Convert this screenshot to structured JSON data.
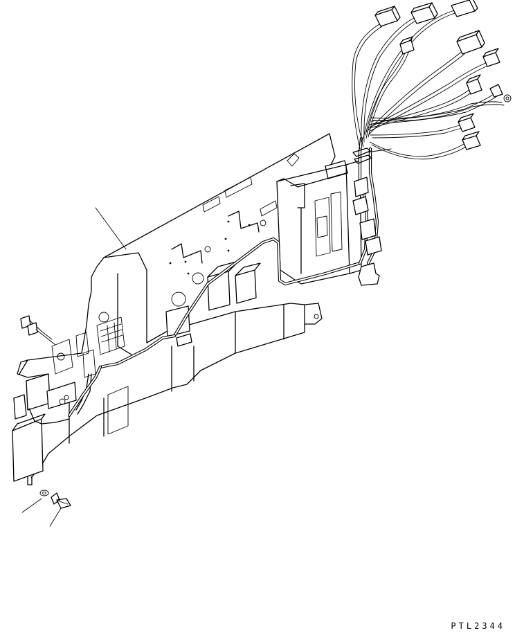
{
  "figure": {
    "drawing_code": "PTL2344",
    "ink_color": "#000000",
    "paper_color": "#ffffff",
    "parts": [
      "wiring-harness",
      "panel-bracket",
      "relay-box",
      "connector-plug",
      "ring-terminal",
      "washer",
      "bolt"
    ]
  }
}
